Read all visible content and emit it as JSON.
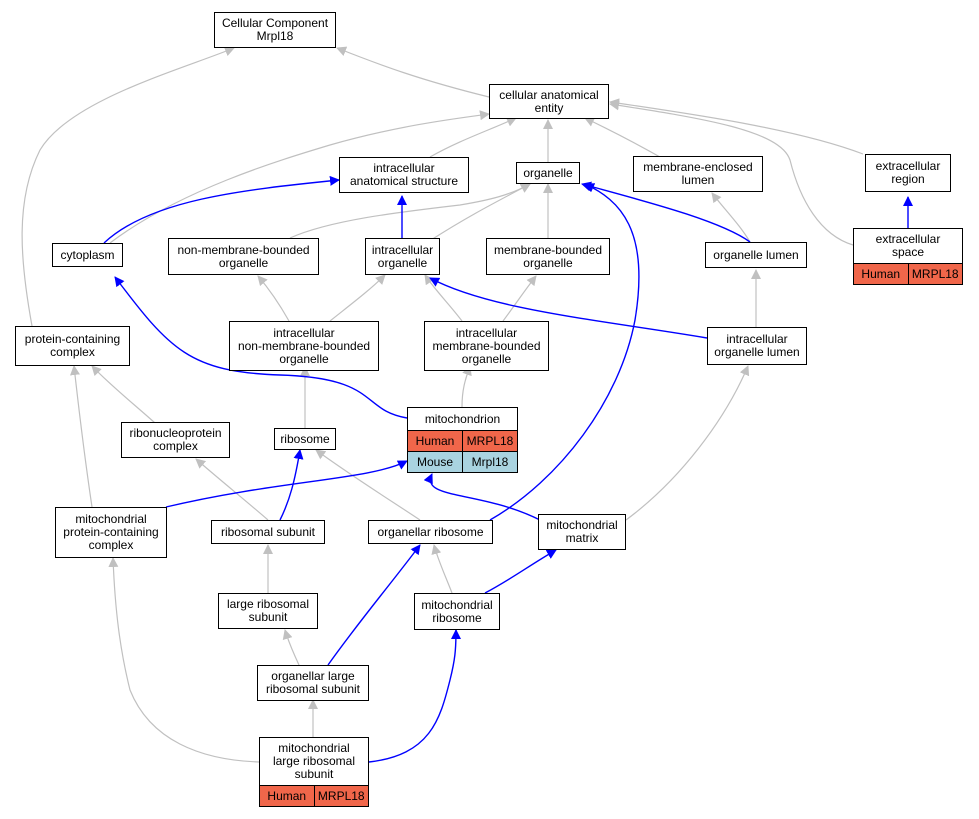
{
  "colors": {
    "is_a_edge": "#c0c0c0",
    "part_of_edge": "#0000ff",
    "human_fill": "#f0664a",
    "mouse_fill": "#a9d3e0",
    "node_border": "#000000"
  },
  "nodes": {
    "root": {
      "label": "Cellular Component\nMrpl18"
    },
    "cae": {
      "label": "cellular anatomical\nentity"
    },
    "ias": {
      "label": "intracellular\nanatomical structure"
    },
    "org": {
      "label": "organelle"
    },
    "mel": {
      "label": "membrane-enclosed\nlumen"
    },
    "er": {
      "label": "extracellular\nregion"
    },
    "cyto": {
      "label": "cytoplasm"
    },
    "nmbo": {
      "label": "non-membrane-bounded\norganelle"
    },
    "io": {
      "label": "intracellular\norganelle"
    },
    "mbo": {
      "label": "membrane-bounded\norganelle"
    },
    "ol": {
      "label": "organelle lumen"
    },
    "es": {
      "label": "extracellular\nspace",
      "annotations": [
        [
          "Human",
          "MRPL18"
        ]
      ]
    },
    "pcc": {
      "label": "protein-containing\ncomplex"
    },
    "inmbo": {
      "label": "intracellular\nnon-membrane-bounded\norganelle"
    },
    "imbo": {
      "label": "intracellular\nmembrane-bounded\norganelle"
    },
    "iol": {
      "label": "intracellular\norganelle lumen"
    },
    "mito": {
      "label": "mitochondrion",
      "annotations": [
        [
          "Human",
          "MRPL18"
        ],
        [
          "Mouse",
          "Mrpl18"
        ]
      ]
    },
    "rnpc": {
      "label": "ribonucleoprotein\ncomplex"
    },
    "ribo": {
      "label": "ribosome"
    },
    "mpcc": {
      "label": "mitochondrial\nprotein-containing\ncomplex"
    },
    "rs": {
      "label": "ribosomal subunit"
    },
    "orib": {
      "label": "organellar ribosome"
    },
    "mm": {
      "label": "mitochondrial\nmatrix"
    },
    "lrs": {
      "label": "large ribosomal\nsubunit"
    },
    "mr": {
      "label": "mitochondrial\nribosome"
    },
    "olrs": {
      "label": "organellar large\nribosomal subunit"
    },
    "mlrs": {
      "label": "mitochondrial\nlarge ribosomal\nsubunit",
      "annotations": [
        [
          "Human",
          "MRPL18"
        ]
      ]
    }
  }
}
